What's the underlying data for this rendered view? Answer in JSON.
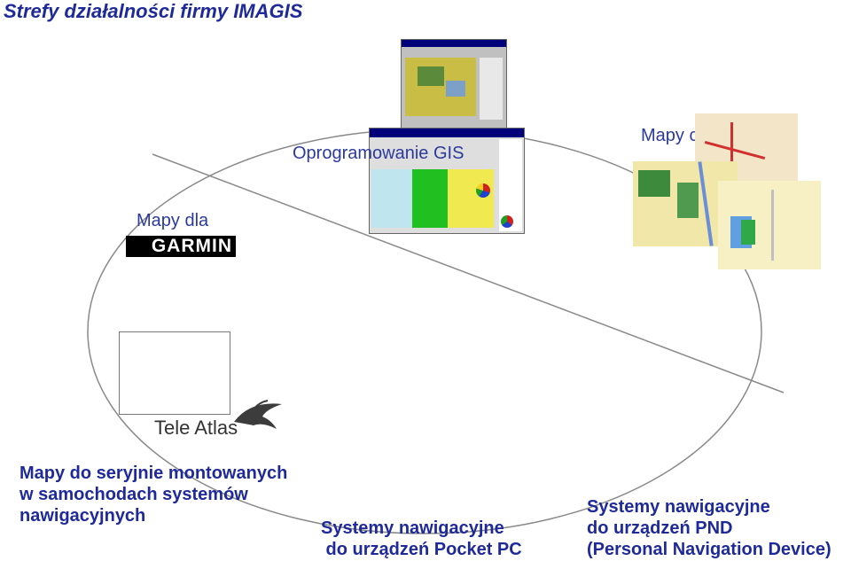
{
  "title": "Strefy działalności firmy IMAGIS",
  "labels": {
    "gis": "Oprogramowanie GIS",
    "digital": "Mapy cyfrowe",
    "maps_for": "Mapy dla",
    "garmin": "GARMIN",
    "teleatlas": "Tele Atlas",
    "oem_line1": "Mapy do seryjnie montowanych",
    "oem_line2": "w samochodach systemów",
    "oem_line3": "nawigacyjnych",
    "pocketpc_line1": "Systemy nawigacyjne",
    "pocketpc_line2": " do urządzeń Pocket PC",
    "pnd_line1": "Systemy nawigacyjne",
    "pnd_line2": "do urządzeń PND",
    "pnd_line3": "(Personal Navigation Device)"
  },
  "colors": {
    "text_blue": "#1f2a9a",
    "ellipse": "#888888"
  }
}
